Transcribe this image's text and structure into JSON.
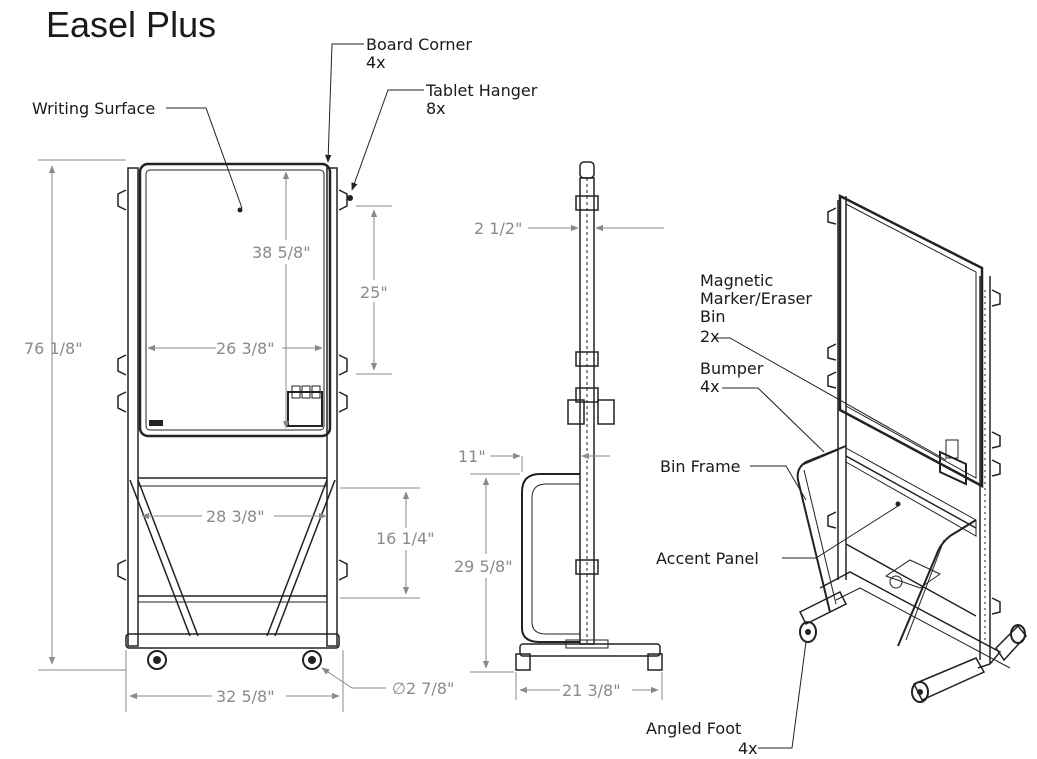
{
  "title": "Easel Plus",
  "labels": {
    "board_corner": "Board Corner",
    "board_corner_qty": "4x",
    "tablet_hanger": "Tablet Hanger",
    "tablet_hanger_qty": "8x",
    "writing_surface": "Writing Surface",
    "magnetic_bin_1": "Magnetic",
    "magnetic_bin_2": "Marker/Eraser",
    "magnetic_bin_3": "Bin",
    "magnetic_bin_qty": "2x",
    "bumper": "Bumper",
    "bumper_qty": "4x",
    "bin_frame": "Bin Frame",
    "accent_panel": "Accent Panel",
    "angled_foot": "Angled Foot",
    "angled_foot_qty": "4x"
  },
  "dimensions": {
    "overall_height": "76 1/8\"",
    "surface_height": "38 5/8\"",
    "surface_width": "26 3/8\"",
    "hanger_spacing": "25\"",
    "accent_width": "28 3/8\"",
    "accent_height": "16 1/4\"",
    "base_width": "32 5/8\"",
    "wheel_diameter": "∅2 7/8\"",
    "post_depth": "2 1/2\"",
    "bin_frame_depth": "11\"",
    "bin_frame_height": "29 5/8\"",
    "base_depth": "21 3/8\""
  }
}
